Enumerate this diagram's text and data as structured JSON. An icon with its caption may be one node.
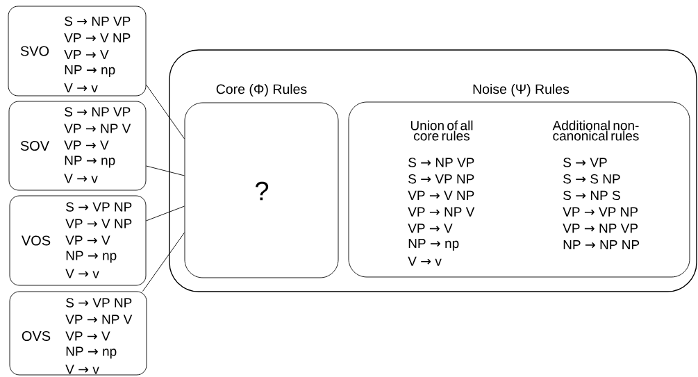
{
  "diagram": {
    "nodes": [
      {
        "text": [
          "SVO",
          "S → NP VP",
          "VP → V NP",
          "VP → V",
          "NP → np",
          "V → v"
        ]
      },
      {
        "text": [
          "SOV",
          "S → NP VP",
          "VP → NP V",
          "VP → V",
          "NP → np",
          "V → v"
        ]
      },
      {
        "text": [
          "VOS",
          "S → VP NP",
          "VP → V NP",
          "VP → V",
          "NP → np",
          "V → v"
        ]
      },
      {
        "text": [
          "OVS",
          "S → VP NP",
          "VP → NP V",
          "VP → V",
          "NP → np",
          "V → v"
        ]
      },
      {
        "text": [],
        "shape": "box"
      },
      {
        "text": [
          "Core (Φ) Rules",
          "?"
        ],
        "in": 4
      },
      {
        "text": [
          "Noise (Ψ) Rules",
          "Union of all core rules",
          "S → NP VP",
          "S → VP NP",
          "VP → V NP",
          "VP → NP V",
          "VP → V",
          "NP → np",
          "V → v",
          "Additional non-canonical rules",
          "S → VP",
          "S → S NP",
          "S → NP S",
          "VP → VP NP",
          "VP → NP VP",
          "NP → NP NP"
        ],
        "in": 4
      }
    ],
    "edges": [
      {
        "from": 0,
        "to": 5,
        "arrow": "none"
      },
      {
        "from": 1,
        "to": 5,
        "arrow": "none"
      },
      {
        "from": 2,
        "to": 5,
        "arrow": "none"
      },
      {
        "from": 3,
        "to": 5,
        "arrow": "none"
      }
    ]
  }
}
